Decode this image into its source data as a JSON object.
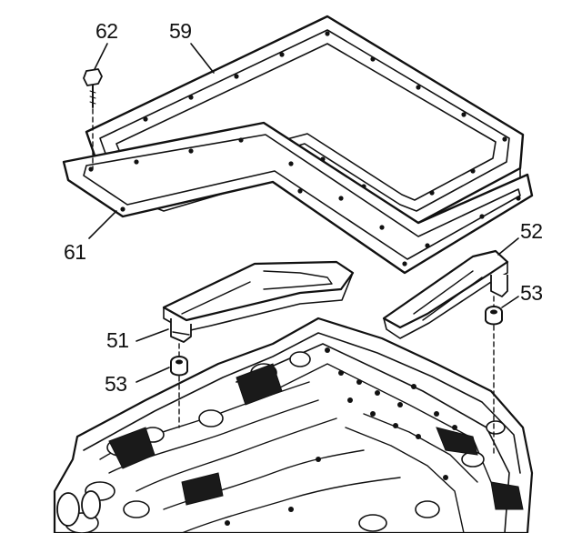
{
  "diagram": {
    "callouts": [
      {
        "id": "62",
        "text": "62"
      },
      {
        "id": "59",
        "text": "59"
      },
      {
        "id": "61",
        "text": "61"
      },
      {
        "id": "52",
        "text": "52"
      },
      {
        "id": "53a",
        "text": "53"
      },
      {
        "id": "51",
        "text": "51"
      },
      {
        "id": "53b",
        "text": "53"
      }
    ],
    "colors": {
      "ink": "#111111",
      "background": "#ffffff"
    }
  }
}
